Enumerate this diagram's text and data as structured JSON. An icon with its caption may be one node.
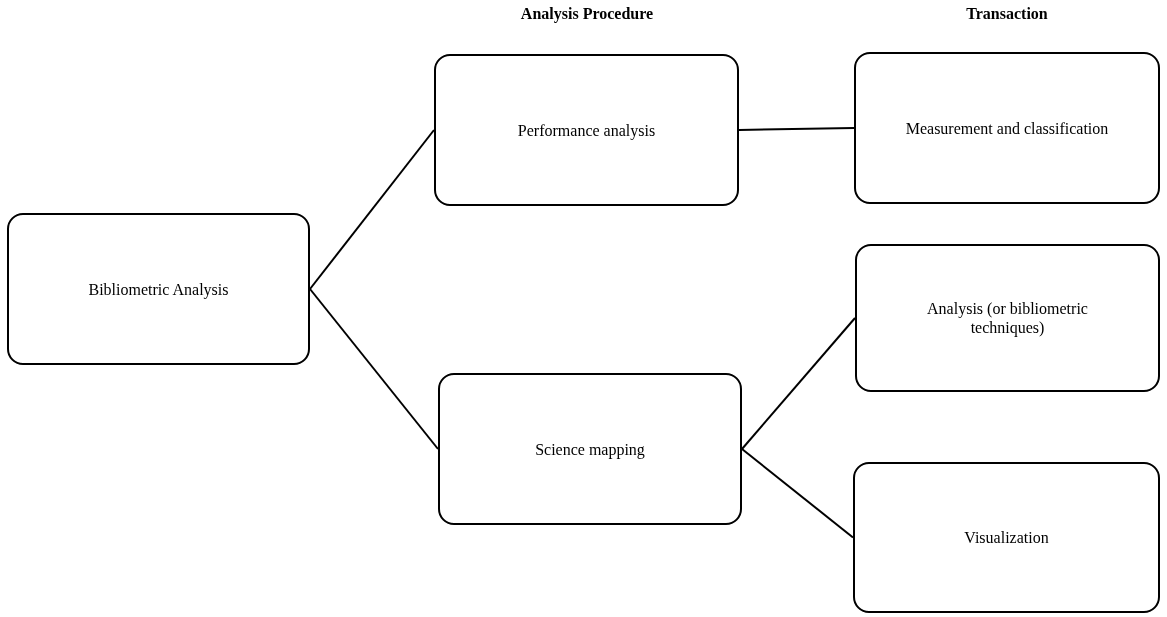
{
  "diagram": {
    "nodes": [
      {
        "text": [
          "Bibliometric Analysis"
        ]
      },
      {
        "text": [
          "Performance analysis"
        ]
      },
      {
        "text": [
          "Measurement and classification"
        ]
      },
      {
        "text": [
          "Science mapping"
        ]
      },
      {
        "text": [
          "Analysis (or bibliometric techniques)"
        ]
      },
      {
        "text": [
          "Visualization"
        ]
      }
    ],
    "edges": [
      {
        "from": 0,
        "to": 1,
        "arrow": "none"
      },
      {
        "from": 0,
        "to": 3,
        "arrow": "none"
      },
      {
        "from": 1,
        "to": 2,
        "arrow": "none"
      },
      {
        "from": 3,
        "to": 4,
        "arrow": "none"
      },
      {
        "from": 3,
        "to": 5,
        "arrow": "none"
      }
    ],
    "labels": [
      "Analysis Procedure",
      "Transaction"
    ]
  }
}
